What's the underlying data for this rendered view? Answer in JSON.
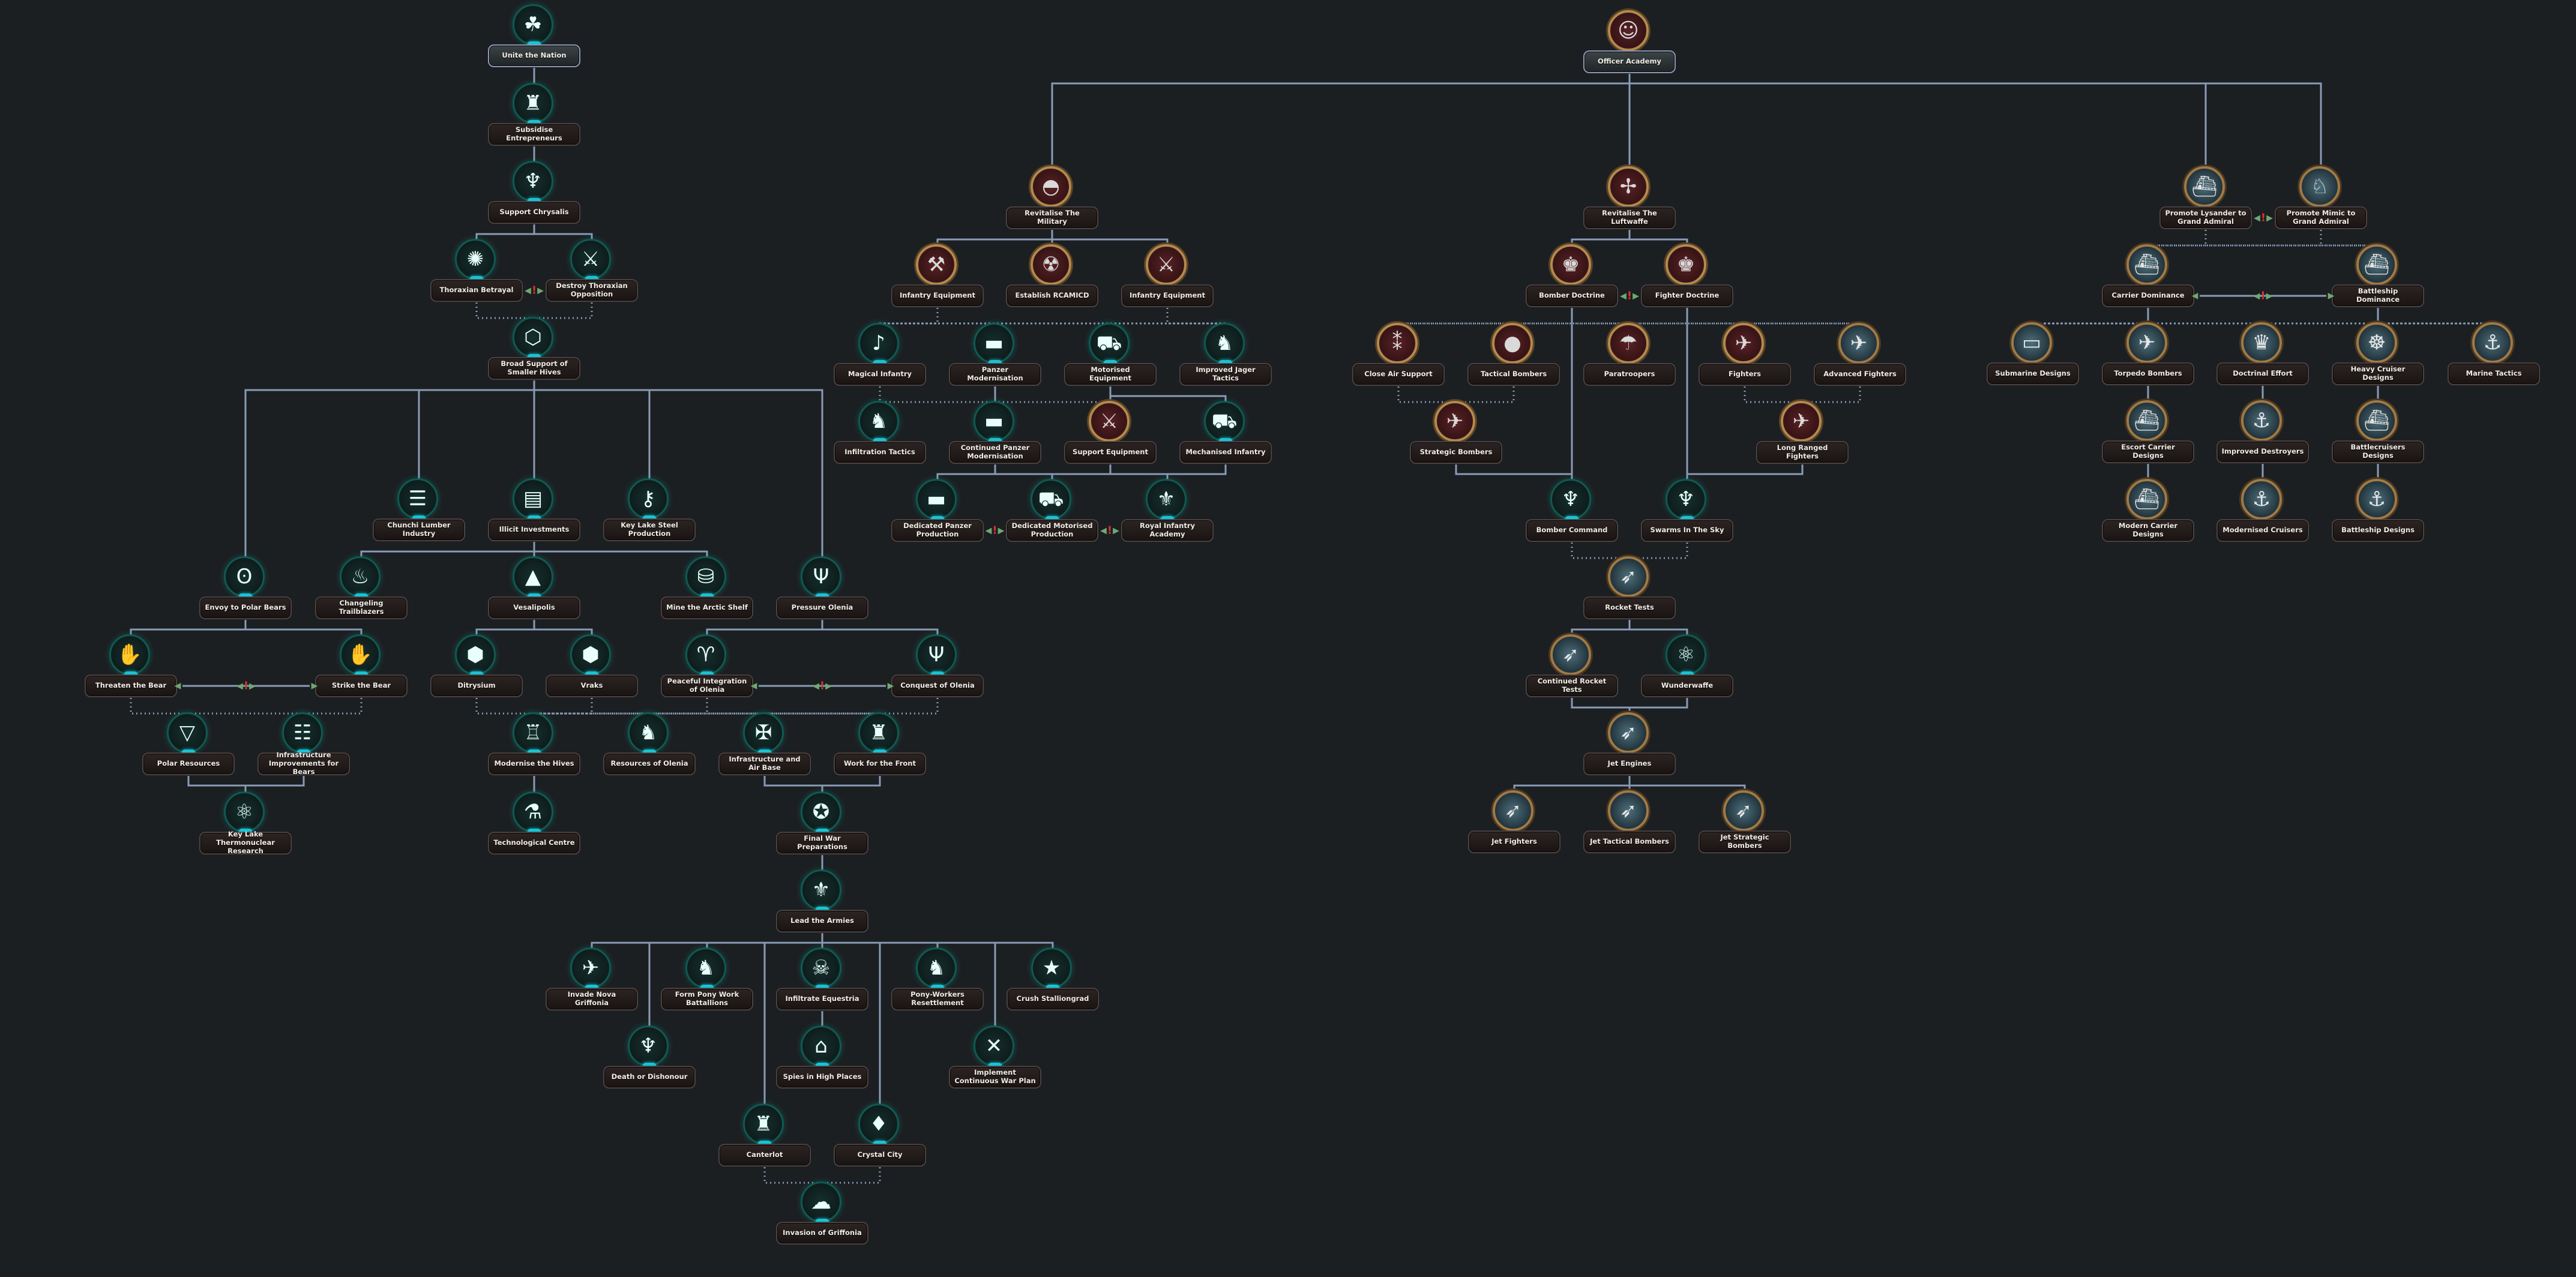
{
  "colors": {
    "background": "#1b1f22",
    "connector": "#8a9bb5",
    "teal_accent": "#19c3d3",
    "exclusive_marker": "#e0302a"
  },
  "tree": {
    "nodes": [
      {
        "id": "unite",
        "label": "Unite the Nation",
        "icon": "clover-icon"
      },
      {
        "id": "subsidise",
        "label": "Subsidise Entrepreneurs",
        "icon": "top-hat-icon"
      },
      {
        "id": "chrysalis",
        "label": "Support Chrysalis",
        "icon": "chrysalis-icon"
      },
      {
        "id": "thorax",
        "label": "Thoraxian Betrayal",
        "icon": "sun-swirl-icon"
      },
      {
        "id": "destroy",
        "label": "Destroy Thoraxian Opposition",
        "icon": "crossed-swords-icon"
      },
      {
        "id": "broad",
        "label": "Broad Support of Smaller Hives",
        "icon": "honeycomb-icon"
      },
      {
        "id": "chunchi",
        "label": "Chunchi Lumber Industry",
        "icon": "logs-icon"
      },
      {
        "id": "illicit",
        "label": "Illicit Investments",
        "icon": "money-stack-icon"
      },
      {
        "id": "keylake",
        "label": "Key Lake Steel Production",
        "icon": "key-icon"
      },
      {
        "id": "envoy",
        "label": "Envoy to Polar Bears",
        "icon": "bear-icon"
      },
      {
        "id": "changeling",
        "label": "Changeling Trailblazers",
        "icon": "fire-forest-icon"
      },
      {
        "id": "vesalipolis",
        "label": "Vesalipolis",
        "icon": "spire-icon"
      },
      {
        "id": "mine",
        "label": "Mine the Arctic Shelf",
        "icon": "barrel-icon"
      },
      {
        "id": "pressure",
        "label": "Pressure Olenia",
        "icon": "stag-icon"
      },
      {
        "id": "threaten",
        "label": "Threaten the Bear",
        "icon": "bear-paw-icon"
      },
      {
        "id": "strike",
        "label": "Strike the Bear",
        "icon": "bear-paw-swirl-icon"
      },
      {
        "id": "ditrysium",
        "label": "Ditrysium",
        "icon": "hive-city-icon"
      },
      {
        "id": "vraks",
        "label": "Vraks",
        "icon": "hive-city-icon"
      },
      {
        "id": "peaceful",
        "label": "Peaceful Integration of Olenia",
        "icon": "deer-heads-icon"
      },
      {
        "id": "conquest",
        "label": "Conquest of Olenia",
        "icon": "antlers-icon"
      },
      {
        "id": "polar",
        "label": "Polar Resources",
        "icon": "funnel-icon"
      },
      {
        "id": "infrabears",
        "label": "Infrastructure Improvements for Bears",
        "icon": "railway-icon"
      },
      {
        "id": "modernise",
        "label": "Modernise the Hives",
        "icon": "hive-towers-icon"
      },
      {
        "id": "resources",
        "label": "Resources of Olenia",
        "icon": "ore-icon"
      },
      {
        "id": "infraair",
        "label": "Infrastructure and Air Base",
        "icon": "airbase-shield-icon"
      },
      {
        "id": "work",
        "label": "Work for the Front",
        "icon": "factory-icon"
      },
      {
        "id": "thermo",
        "label": "Key Lake Thermonuclear Research",
        "icon": "atom-icon"
      },
      {
        "id": "techcentre",
        "label": "Technological Centre",
        "icon": "flask-icon"
      },
      {
        "id": "finalwar",
        "label": "Final War Preparations",
        "icon": "war-emblem-icon"
      },
      {
        "id": "lead",
        "label": "Lead the Armies",
        "icon": "changeling-wings-icon"
      },
      {
        "id": "invade",
        "label": "Invade Nova Griffonia",
        "icon": "griffon-strike-icon"
      },
      {
        "id": "formpony",
        "label": "Form Pony Work Battallions",
        "icon": "pony-factory-icon"
      },
      {
        "id": "infiltrate",
        "label": "Infiltrate Equestria",
        "icon": "infiltrator-icon"
      },
      {
        "id": "ponyworkers",
        "label": "Pony-Workers Resettlement",
        "icon": "pony-handcuffs-icon"
      },
      {
        "id": "crush",
        "label": "Crush Stalliongrad",
        "icon": "horseshoe-star-icon"
      },
      {
        "id": "death",
        "label": "Death or Dishonour",
        "icon": "dragon-icon"
      },
      {
        "id": "spies",
        "label": "Spies in High Places",
        "icon": "fedora-icon"
      },
      {
        "id": "implement",
        "label": "Implement Continuous War Plan",
        "icon": "crossed-rifles-icon"
      },
      {
        "id": "canterlot",
        "label": "Canterlot",
        "icon": "castle-icon"
      },
      {
        "id": "crystal",
        "label": "Crystal City",
        "icon": "crystal-tower-icon"
      },
      {
        "id": "invasion",
        "label": "Invasion of Griffonia",
        "icon": "griffonia-map-icon"
      },
      {
        "id": "officer",
        "label": "Officer Academy",
        "icon": "officer-portrait-icon"
      },
      {
        "id": "revmil",
        "label": "Revitalise The Military",
        "icon": "helmet-icon"
      },
      {
        "id": "infeq1",
        "label": "Infantry Equipment",
        "icon": "artillery-icon"
      },
      {
        "id": "rcamicd",
        "label": "Establish RCAMICD",
        "icon": "gas-mask-icon"
      },
      {
        "id": "infeq2",
        "label": "Infantry Equipment",
        "icon": "shield-swords-icon"
      },
      {
        "id": "magical",
        "label": "Magical Infantry",
        "icon": "horn-icon"
      },
      {
        "id": "panzermod",
        "label": "Panzer Modernisation",
        "icon": "tank-icon"
      },
      {
        "id": "motorised",
        "label": "Motorised Equipment",
        "icon": "truck-icon"
      },
      {
        "id": "jager",
        "label": "Improved Jager Tactics",
        "icon": "changeling-head-icon"
      },
      {
        "id": "infiltration",
        "label": "Infiltration Tactics",
        "icon": "pony-silhouette-icon"
      },
      {
        "id": "contpanzer",
        "label": "Continued Panzer Modernisation",
        "icon": "tank-icon"
      },
      {
        "id": "supporteq",
        "label": "Support Equipment",
        "icon": "shield-rifles-icon"
      },
      {
        "id": "mechanised",
        "label": "Mechanised Infantry",
        "icon": "truck-icon"
      },
      {
        "id": "dedpanzer",
        "label": "Dedicated Panzer Production",
        "icon": "tank-icon"
      },
      {
        "id": "dedmotor",
        "label": "Dedicated Motorised Production",
        "icon": "truck-icon"
      },
      {
        "id": "royal",
        "label": "Royal Infantry Academy",
        "icon": "changeling-wings-icon"
      },
      {
        "id": "revluft",
        "label": "Revitalise The Luftwaffe",
        "icon": "propeller-icon"
      },
      {
        "id": "bomberdoc",
        "label": "Bomber Doctrine",
        "icon": "chess-wings-icon"
      },
      {
        "id": "fighterdoc",
        "label": "Fighter Doctrine",
        "icon": "chess-wings-icon"
      },
      {
        "id": "cas",
        "label": "Close Air Support",
        "icon": "bombs-icon"
      },
      {
        "id": "tactical",
        "label": "Tactical Bombers",
        "icon": "bomb-icon"
      },
      {
        "id": "para",
        "label": "Paratroopers",
        "icon": "parachute-icon"
      },
      {
        "id": "fighters",
        "label": "Fighters",
        "icon": "fighter-plane-icon"
      },
      {
        "id": "advfighters",
        "label": "Advanced Fighters",
        "icon": "fighter-plane-icon"
      },
      {
        "id": "strategic",
        "label": "Strategic Bombers",
        "icon": "bomber-plane-icon"
      },
      {
        "id": "longrange",
        "label": "Long Ranged Fighters",
        "icon": "bomber-plane-icon"
      },
      {
        "id": "bombercmd",
        "label": "Bomber Command",
        "icon": "dark-spire-icon"
      },
      {
        "id": "swarms",
        "label": "Swarms In The Sky",
        "icon": "dark-spire-icon"
      },
      {
        "id": "rocket",
        "label": "Rocket Tests",
        "icon": "rocket-icon"
      },
      {
        "id": "controcket",
        "label": "Continued Rocket Tests",
        "icon": "rocket-icon"
      },
      {
        "id": "wunder",
        "label": "Wunderwaffe",
        "icon": "atom-icon"
      },
      {
        "id": "jetengines",
        "label": "Jet Engines",
        "icon": "rocket-icon"
      },
      {
        "id": "jetf",
        "label": "Jet Fighters",
        "icon": "rocket-icon"
      },
      {
        "id": "jett",
        "label": "Jet Tactical Bombers",
        "icon": "rocket-icon"
      },
      {
        "id": "jets",
        "label": "Jet Strategic Bombers",
        "icon": "rocket-icon"
      },
      {
        "id": "lysander",
        "label": "Promote Lysander to Grand Admiral",
        "icon": "battleship-icon"
      },
      {
        "id": "mimic",
        "label": "Promote Mimic to Grand Admiral",
        "icon": "wolf-icon"
      },
      {
        "id": "carrierdom",
        "label": "Carrier Dominance",
        "icon": "carrier-icon"
      },
      {
        "id": "battledom",
        "label": "Battleship Dominance",
        "icon": "battleship-icon"
      },
      {
        "id": "submarine",
        "label": "Submarine Designs",
        "icon": "submarine-icon"
      },
      {
        "id": "torpedo",
        "label": "Torpedo Bombers",
        "icon": "fighter-plane-icon"
      },
      {
        "id": "doctrinal",
        "label": "Doctrinal Effort",
        "icon": "chess-icon"
      },
      {
        "id": "heavycruiser",
        "label": "Heavy Cruiser Designs",
        "icon": "ship-wheel-icon"
      },
      {
        "id": "marine",
        "label": "Marine Tactics",
        "icon": "anchor-rifles-icon"
      },
      {
        "id": "escort",
        "label": "Escort Carrier Designs",
        "icon": "carrier-icon"
      },
      {
        "id": "destroyers",
        "label": "Improved Destroyers",
        "icon": "anchor-icon"
      },
      {
        "id": "battlecruisers",
        "label": "Battlecruisers Designs",
        "icon": "battleship-icon"
      },
      {
        "id": "moderncarrier",
        "label": "Modern Carrier Designs",
        "icon": "carrier-icon"
      },
      {
        "id": "cruisers",
        "label": "Modernised Cruisers",
        "icon": "anchor-icon"
      },
      {
        "id": "bsdesigns",
        "label": "Battleship Designs",
        "icon": "anchor-icon"
      }
    ],
    "exclusive_icon": "mutually-exclusive-icon",
    "exclusive_symbol": "!"
  }
}
